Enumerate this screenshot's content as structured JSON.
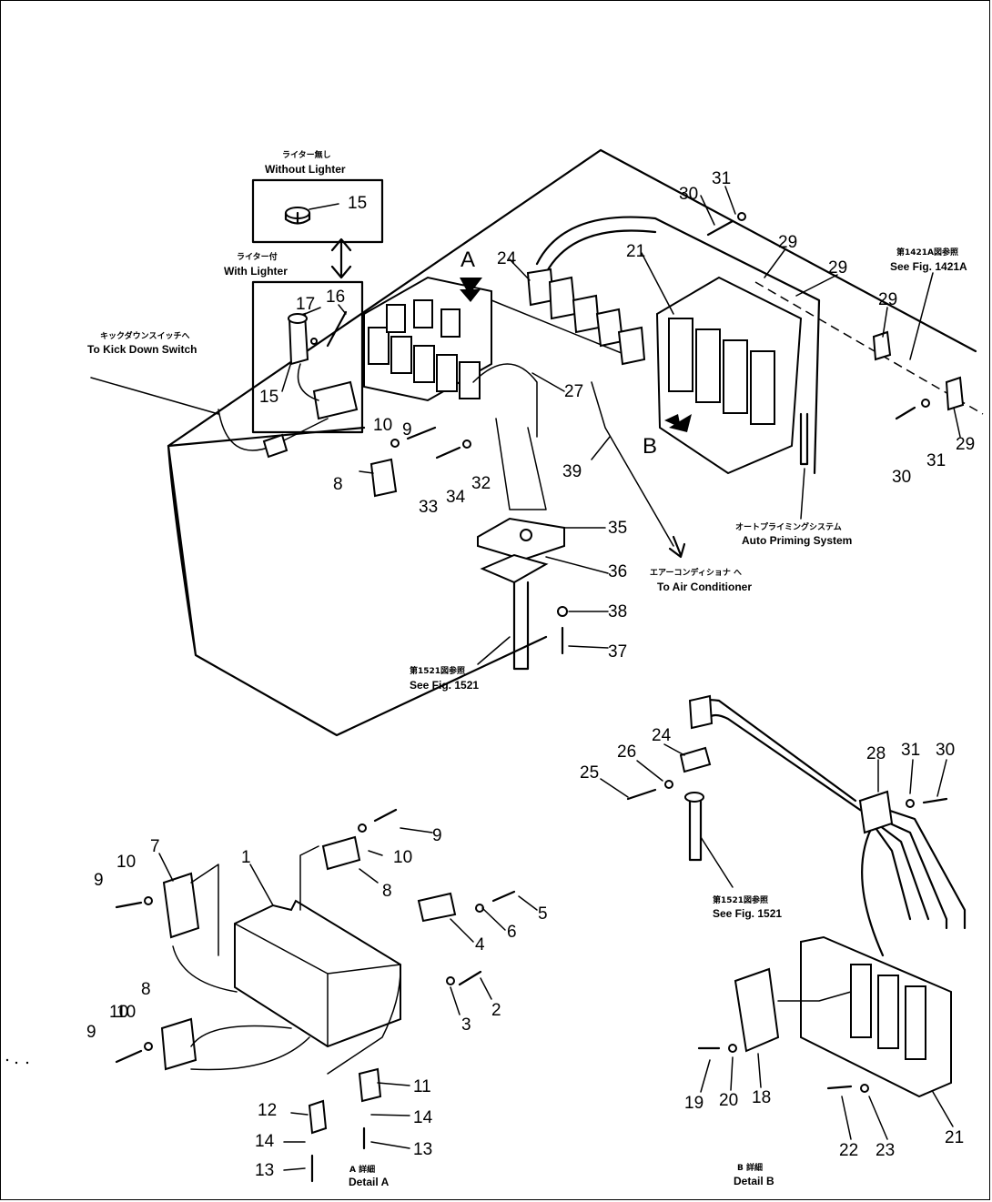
{
  "callouts": {
    "without_lighter_jp": "ライター無し",
    "without_lighter": "Without Lighter",
    "with_lighter_jp": "ライター付",
    "with_lighter": "With Lighter",
    "kickdown_jp": "キックダウンスイッチへ",
    "kickdown": "To Kick Down Switch",
    "fig1421_jp": "第1421A図参照",
    "fig1421": "See Fig. 1421A",
    "autoprime_jp": "オートプライミングシステム",
    "autoprime": "Auto Priming System",
    "aircon_jp": "エアーコンディショナ へ",
    "aircon": "To Air Conditioner",
    "fig1521_jp": "第1521図参照",
    "fig1521": "See Fig. 1521",
    "fig1521b_jp": "第1521図参照",
    "fig1521b": "See Fig. 1521",
    "detailA_jp": "A 詳細",
    "detailA": "Detail A",
    "detailB_jp": "B 詳細",
    "detailB": "Detail B",
    "arrowA": "A",
    "arrowB": "B"
  },
  "part_numbers": {
    "main": [
      "15",
      "15",
      "16",
      "17",
      "10",
      "9",
      "8",
      "33",
      "34",
      "32",
      "27",
      "24",
      "21",
      "30",
      "31",
      "29",
      "29",
      "29",
      "30",
      "31",
      "29",
      "39",
      "35",
      "36",
      "38",
      "37"
    ],
    "detailA": [
      "9",
      "10",
      "1",
      "7",
      "10",
      "9",
      "10",
      "8",
      "5",
      "6",
      "4",
      "2",
      "3",
      "8",
      "10",
      "9",
      "11",
      "14",
      "13",
      "12",
      "14",
      "13"
    ],
    "detailB": [
      "24",
      "26",
      "25",
      "28",
      "31",
      "30",
      "19",
      "20",
      "18",
      "22",
      "23",
      "21"
    ]
  }
}
